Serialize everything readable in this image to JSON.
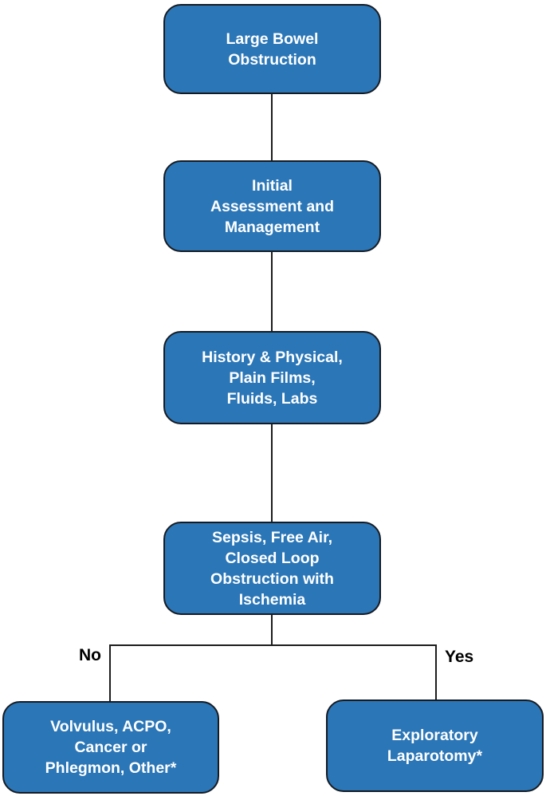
{
  "diagram": {
    "type": "flowchart",
    "topic": "Large Bowel Obstruction management algorithm",
    "colors": {
      "box_fill": "#2B76B7",
      "box_border": "#161B22",
      "line": "#1C1C1C",
      "box_text": "#FFFFFF",
      "label_text": "#000000",
      "page_bg": "#FFFFFF"
    },
    "nodes": [
      {
        "id": "large-bowel-obstruction",
        "label": "Large Bowel\nObstruction"
      },
      {
        "id": "initial-assessment",
        "label": "Initial\nAssessment and\nManagement"
      },
      {
        "id": "history-physical",
        "label": "History & Physical,\nPlain Films,\nFluids, Labs"
      },
      {
        "id": "sepsis-free-air",
        "label": "Sepsis, Free Air,\nClosed Loop\nObstruction with\nIschemia"
      },
      {
        "id": "volvulus-acpo",
        "label": "Volvulus, ACPO,\nCancer or\nPhlegmon, Other*"
      },
      {
        "id": "exploratory-laparotomy",
        "label": "Exploratory\nLaparotomy*"
      }
    ],
    "branch_labels": {
      "no": "No",
      "yes": "Yes"
    },
    "edges": [
      {
        "from": "large-bowel-obstruction",
        "to": "initial-assessment"
      },
      {
        "from": "initial-assessment",
        "to": "history-physical"
      },
      {
        "from": "history-physical",
        "to": "sepsis-free-air"
      },
      {
        "from": "sepsis-free-air",
        "to": "volvulus-acpo",
        "label": "No"
      },
      {
        "from": "sepsis-free-air",
        "to": "exploratory-laparotomy",
        "label": "Yes"
      }
    ]
  }
}
